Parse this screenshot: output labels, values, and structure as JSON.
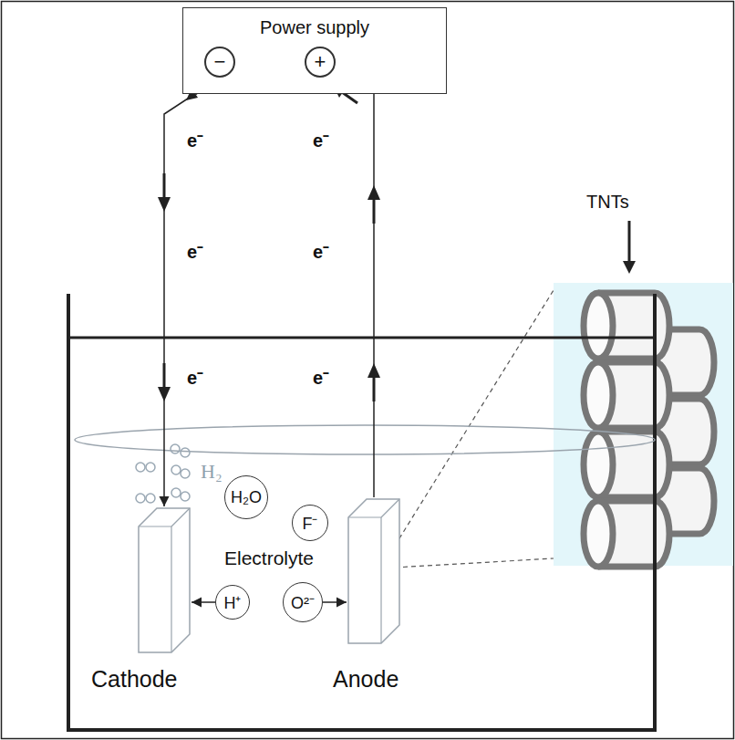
{
  "diagram": {
    "nodes": [
      {
        "text": [
          "Power supply"
        ]
      },
      {
        "text": [
          "−"
        ],
        "in": 0
      },
      {
        "text": [
          "+"
        ],
        "in": 0
      },
      {
        "text": [
          "H₂O"
        ]
      },
      {
        "text": [
          "F⁻"
        ]
      },
      {
        "text": [
          "Cathode"
        ]
      },
      {
        "text": [
          "H⁺"
        ]
      },
      {
        "text": [
          "O²⁻"
        ]
      },
      {
        "text": [
          "Anode"
        ]
      }
    ],
    "edges": [
      {
        "from": 1,
        "to": 5,
        "arrow": "to"
      },
      {
        "from": 8,
        "to": 2,
        "arrow": "to"
      },
      {
        "from": 6,
        "to": 5,
        "arrow": "to"
      },
      {
        "from": 7,
        "to": 8,
        "arrow": "to"
      }
    ],
    "labels": [
      "e⁻",
      "e⁻",
      "e⁻",
      "e⁻",
      "e⁻",
      "e⁻",
      "TNTs",
      "H₂",
      "Electrolyte"
    ]
  }
}
